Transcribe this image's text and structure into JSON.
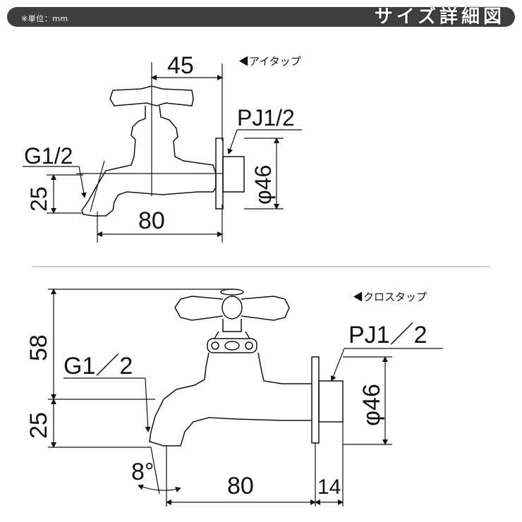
{
  "header": {
    "unit_note": "※単位：mm",
    "title": "サイズ詳細図",
    "bar_color": "#3f3f3f"
  },
  "top_diagram": {
    "label": "◀アイタップ",
    "dim_45": "45",
    "dim_80": "80",
    "dim_25": "25",
    "dim_phi46": "φ46",
    "thread_inlet": "PJ1/2",
    "thread_outlet": "G1/2"
  },
  "bottom_diagram": {
    "label": "◀クロスタップ",
    "dim_58": "58",
    "dim_25": "25",
    "dim_80": "80",
    "dim_14": "14",
    "dim_phi46": "φ46",
    "angle": "8°",
    "thread_inlet": "PJ1／2",
    "thread_outlet": "G1／2"
  },
  "colors": {
    "line": "#111111",
    "divider": "#999999"
  }
}
